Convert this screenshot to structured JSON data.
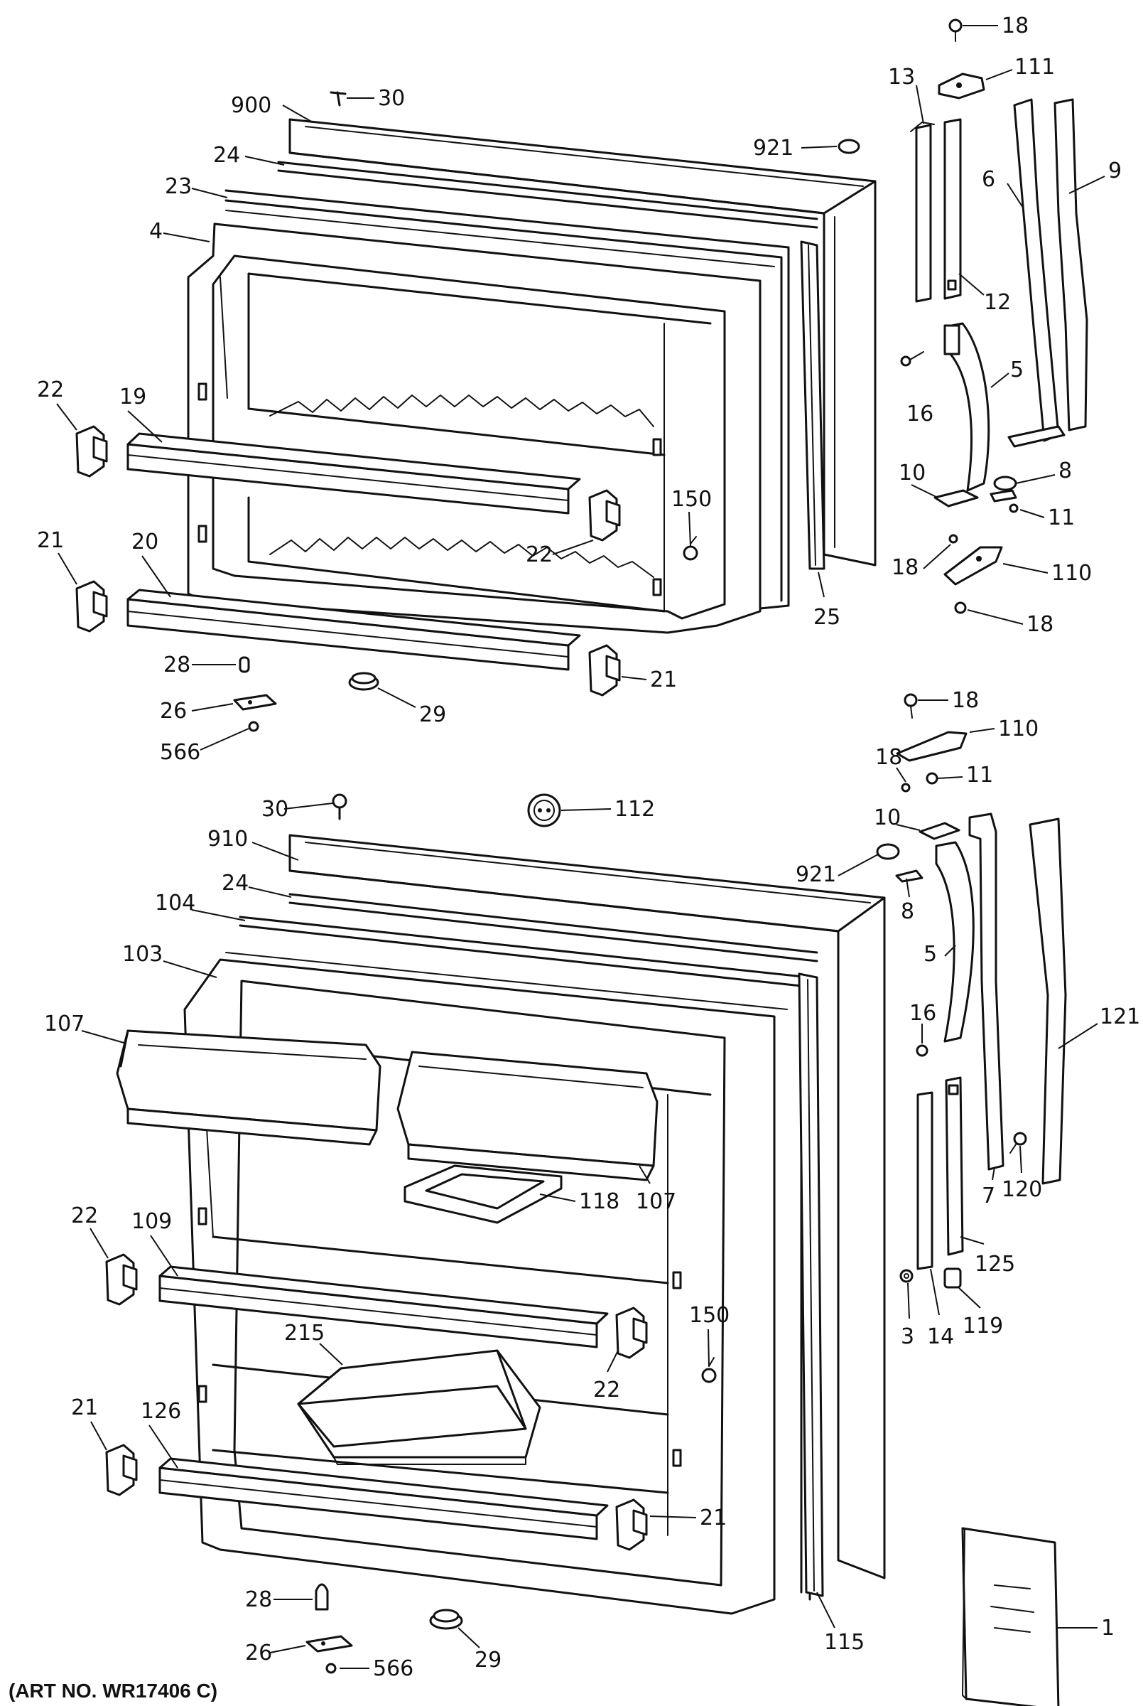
{
  "caption": "(ART NO. WR17406 C)",
  "labels": {
    "freezer": {
      "l18a": "18",
      "l111": "111",
      "l30": "30",
      "l900": "900",
      "l13": "13",
      "l24": "24",
      "l921": "921",
      "l6": "6",
      "l9": "9",
      "l23": "23",
      "l4": "4",
      "l12": "12",
      "l5": "5",
      "l16": "16",
      "l22a": "22",
      "l19": "19",
      "l10": "10",
      "l8": "8",
      "l150": "150",
      "l11": "11",
      "l22b": "22",
      "l18b": "18",
      "l110": "110",
      "l21a": "21",
      "l20": "20",
      "l25": "25",
      "l18c": "18",
      "l28": "28",
      "l21b": "21",
      "l26": "26",
      "l29": "29",
      "l566": "566"
    },
    "fresh_food": {
      "l18": "18",
      "l110": "110",
      "l18b": "18",
      "l11": "11",
      "l30": "30",
      "l112": "112",
      "l10": "10",
      "l910": "910",
      "l921": "921",
      "l24": "24",
      "l8": "8",
      "l104": "104",
      "l5": "5",
      "l103": "103",
      "l121": "121",
      "l16": "16",
      "l107a": "107",
      "l107b": "107",
      "l118": "118",
      "l120": "120",
      "l7": "7",
      "l22a": "22",
      "l109": "109",
      "l125": "125",
      "l150": "150",
      "l3": "3",
      "l14": "14",
      "l119": "119",
      "l215": "215",
      "l22b": "22",
      "l21a": "21",
      "l126": "126",
      "l21b": "21",
      "l28": "28",
      "l115": "115",
      "l1": "1",
      "l26": "26",
      "l566": "566",
      "l29": "29"
    }
  }
}
